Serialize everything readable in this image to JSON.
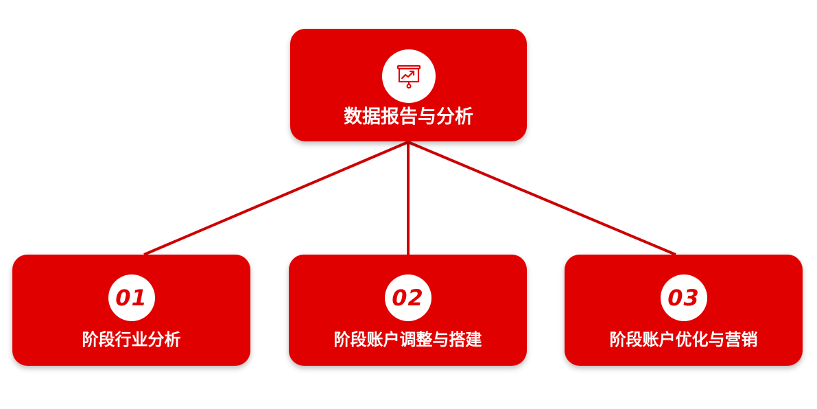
{
  "colors": {
    "accent": "#e10000",
    "background": "#ffffff",
    "text_light": "#ffffff"
  },
  "root": {
    "title": "数据报告与分析",
    "icon": "presentation-chart-icon"
  },
  "stages": [
    {
      "number": "01",
      "title": "阶段行业分析"
    },
    {
      "number": "02",
      "title": "阶段账户调整与搭建"
    },
    {
      "number": "03",
      "title": "阶段账户优化与营销"
    }
  ]
}
